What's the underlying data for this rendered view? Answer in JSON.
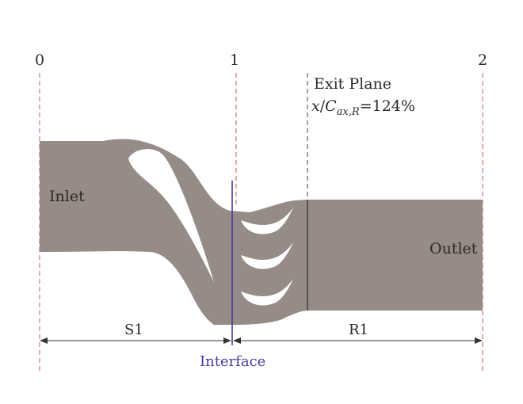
{
  "stations": {
    "s0": "0",
    "s1": "1",
    "s2": "2"
  },
  "exit_plane": {
    "title": "Exit Plane",
    "math_x": "x",
    "slash": "/",
    "math_c": "C",
    "sub": "ax,R",
    "value": "=124%"
  },
  "labels": {
    "inlet": "Inlet",
    "outlet": "Outlet",
    "s1": "S1",
    "r1": "R1",
    "interface": "Interface"
  },
  "colors": {
    "flow_domain": "#958b87",
    "blade": "#ffffff",
    "interface_line": "#4b3a9c",
    "interface_text": "#4b3a9c",
    "line": "#3a3a3a",
    "dashed_red": "#c65a5a"
  }
}
